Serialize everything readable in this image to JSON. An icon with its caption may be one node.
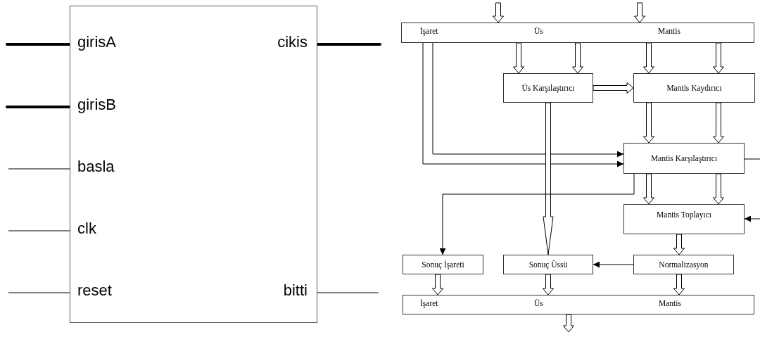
{
  "diagram": {
    "nodes": [
      {
        "text": [
          "girisA",
          "girisB",
          "basla",
          "clk",
          "reset",
          "cikis",
          "bitti"
        ]
      },
      {
        "text": [
          "İşaret",
          "Üs",
          "Mantis"
        ]
      },
      {
        "text": [
          "Üs Karşılaştırıcı"
        ]
      },
      {
        "text": [
          "Mantis Kaydırıcı"
        ]
      },
      {
        "text": [
          "Mantis Karşılaştırıcı"
        ]
      },
      {
        "text": [
          "Mantis Toplayıcı"
        ]
      },
      {
        "text": [
          "Sonuç İşareti"
        ]
      },
      {
        "text": [
          "Sonuç Üssü"
        ]
      },
      {
        "text": [
          "Normalizasyon"
        ]
      },
      {
        "text": [
          "İşaret",
          "Üs",
          "Mantis"
        ]
      }
    ],
    "edges": [
      {
        "from": null,
        "to": 0,
        "arrow": "none",
        "style": "thick"
      },
      {
        "from": null,
        "to": 0,
        "arrow": "none",
        "style": "thick"
      },
      {
        "from": null,
        "to": 0,
        "arrow": "none"
      },
      {
        "from": null,
        "to": 0,
        "arrow": "none"
      },
      {
        "from": null,
        "to": 0,
        "arrow": "none"
      },
      {
        "from": 0,
        "to": null,
        "arrow": "none",
        "style": "thick"
      },
      {
        "from": 0,
        "to": null,
        "arrow": "none"
      },
      {
        "from": null,
        "to": 1,
        "arrow": "to",
        "style": "thick"
      },
      {
        "from": null,
        "to": 1,
        "arrow": "to",
        "style": "thick"
      },
      {
        "from": 1,
        "to": 2,
        "arrow": "to",
        "style": "thick"
      },
      {
        "from": 1,
        "to": 2,
        "arrow": "to",
        "style": "thick"
      },
      {
        "from": 1,
        "to": 3,
        "arrow": "to",
        "style": "thick"
      },
      {
        "from": 1,
        "to": 3,
        "arrow": "to",
        "style": "thick"
      },
      {
        "from": 2,
        "to": 3,
        "arrow": "to",
        "style": "thick"
      },
      {
        "from": 3,
        "to": 4,
        "arrow": "to",
        "style": "thick"
      },
      {
        "from": 3,
        "to": 4,
        "arrow": "to",
        "style": "thick"
      },
      {
        "from": 1,
        "to": 4,
        "arrow": "to"
      },
      {
        "from": 1,
        "to": 4,
        "arrow": "to"
      },
      {
        "from": 2,
        "to": 7,
        "arrow": "to",
        "style": "thick"
      },
      {
        "from": 4,
        "to": 5,
        "arrow": "to",
        "style": "thick"
      },
      {
        "from": 4,
        "to": 5,
        "arrow": "to",
        "style": "thick"
      },
      {
        "from": 4,
        "to": null,
        "arrow": "none"
      },
      {
        "from": null,
        "to": 5,
        "arrow": "to"
      },
      {
        "from": 4,
        "to": 6,
        "arrow": "to"
      },
      {
        "from": 5,
        "to": 8,
        "arrow": "to",
        "style": "thick"
      },
      {
        "from": 8,
        "to": 7,
        "arrow": "to"
      },
      {
        "from": 6,
        "to": 9,
        "arrow": "to",
        "style": "thick"
      },
      {
        "from": 7,
        "to": 9,
        "arrow": "to",
        "style": "thick"
      },
      {
        "from": 8,
        "to": 9,
        "arrow": "to",
        "style": "thick"
      },
      {
        "from": 9,
        "to": null,
        "arrow": "to",
        "style": "thick"
      }
    ]
  }
}
